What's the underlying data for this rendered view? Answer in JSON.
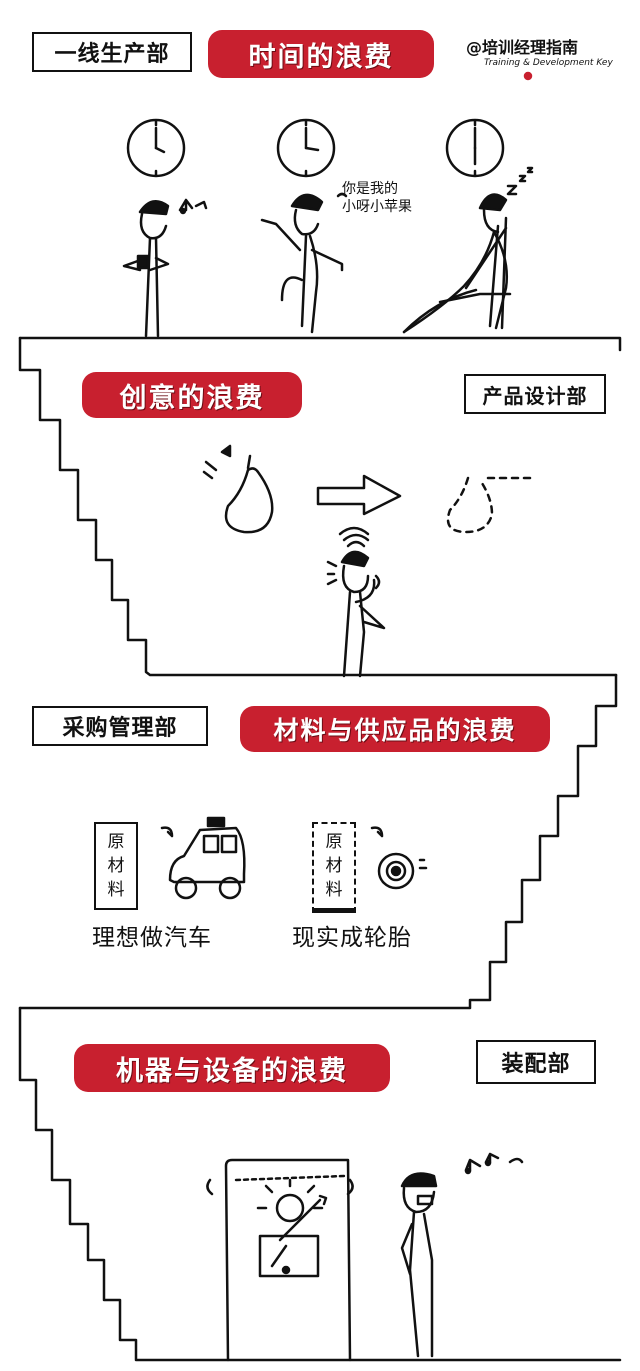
{
  "sections": [
    {
      "department": "一线生产部",
      "waste": "时间的浪费"
    },
    {
      "department": "产品设计部",
      "waste": "创意的浪费"
    },
    {
      "department": "采购管理部",
      "waste": "材料与供应品的浪费"
    },
    {
      "department": "装配部",
      "waste": "机器与设备的浪费"
    }
  ],
  "brand": {
    "name": "@培训经理指南",
    "tagline": "Training & Development Key"
  },
  "speech": {
    "line1": "你是我的",
    "line2": "小呀小苹果"
  },
  "materials": {
    "box_text": [
      "原",
      "材",
      "料"
    ],
    "ideal_caption": "理想做汽车",
    "reality_caption": "现实成轮胎"
  },
  "colors": {
    "banner_red": "#c8202f",
    "ink": "#111111",
    "paper": "#ffffff"
  }
}
